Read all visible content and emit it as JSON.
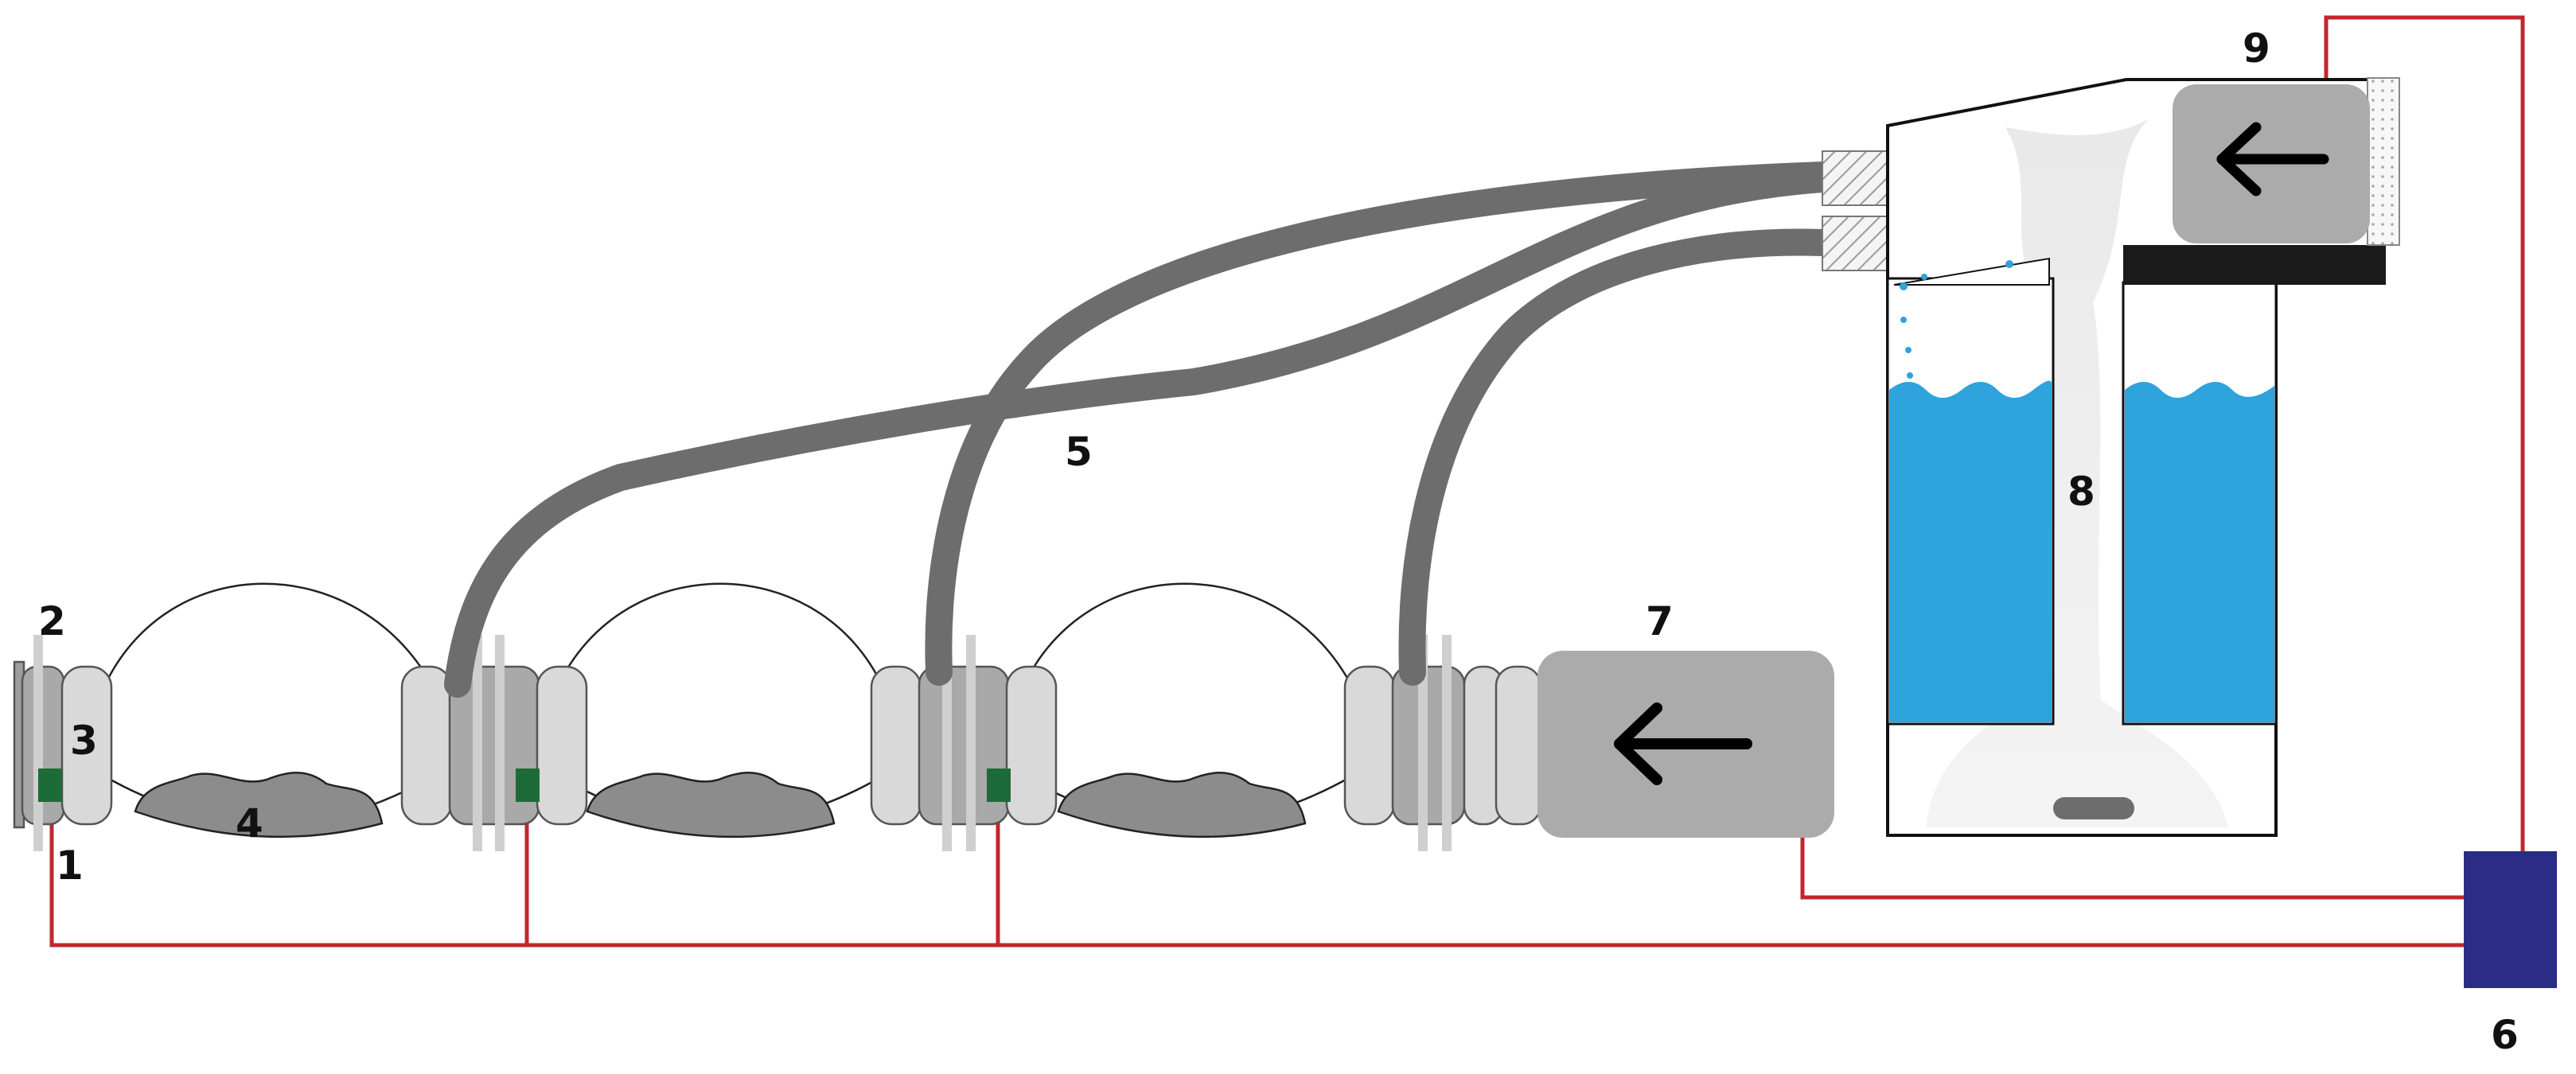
{
  "labels": {
    "l1": "1",
    "l2": "2",
    "l3": "3",
    "l4": "4",
    "l5": "5",
    "l6": "6",
    "l7": "7",
    "l8": "8",
    "l9": "9"
  },
  "colors": {
    "wire": "#c0272d",
    "tube": "#6d6d6d",
    "collar": "#d9d9d9",
    "collar_dark": "#a9a9a9",
    "sample": "#8c8c8c",
    "sensor": "#1e6b3a",
    "fan": "#ababab",
    "water": "#2ea3dc",
    "controller": "#2b2c86",
    "lid": "#1a1a1a"
  },
  "icons": {
    "pump_arrow": "left-arrow-icon",
    "fan_arrow": "left-arrow-icon"
  }
}
